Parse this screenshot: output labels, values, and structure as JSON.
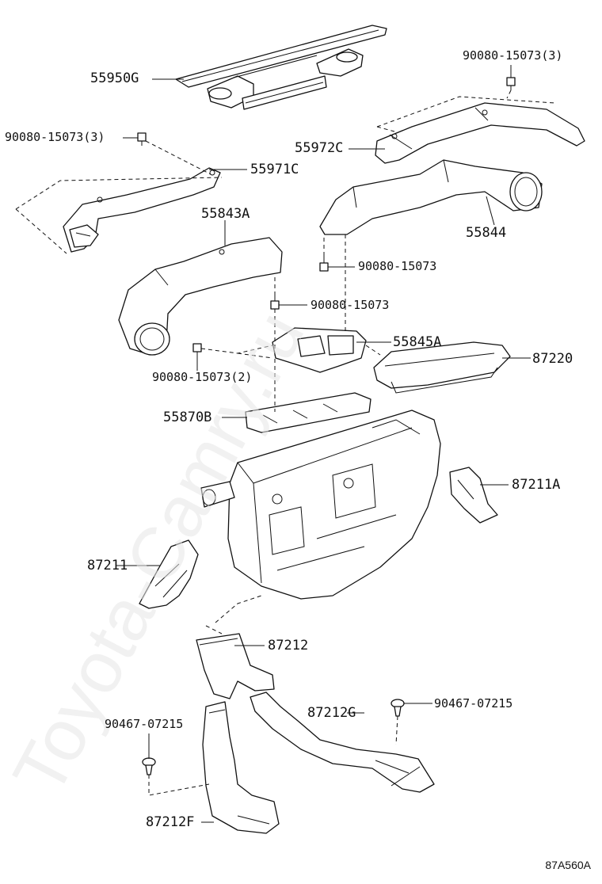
{
  "labels": {
    "p55950G": "55950G",
    "p90080_15073_3_top": "90080-15073(3)",
    "p90080_15073_3_left": "90080-15073(3)",
    "p55972C": "55972C",
    "p55971C": "55971C",
    "p55843A": "55843A",
    "p55844": "55844",
    "p90080_15073_a": "90080-15073",
    "p90080_15073_b": "90080-15073",
    "p55845A": "55845A",
    "p90080_15073_2": "90080-15073(2)",
    "p87220": "87220",
    "p55870B": "55870B",
    "p87211A": "87211A",
    "p87211": "87211",
    "p87212": "87212",
    "p90467_07215_right": "90467-07215",
    "p87212G": "87212G",
    "p90467_07215_left": "90467-07215",
    "p87212F": "87212F"
  },
  "figure_code": "87A560A",
  "watermark": "Toyota-Camry.ru"
}
